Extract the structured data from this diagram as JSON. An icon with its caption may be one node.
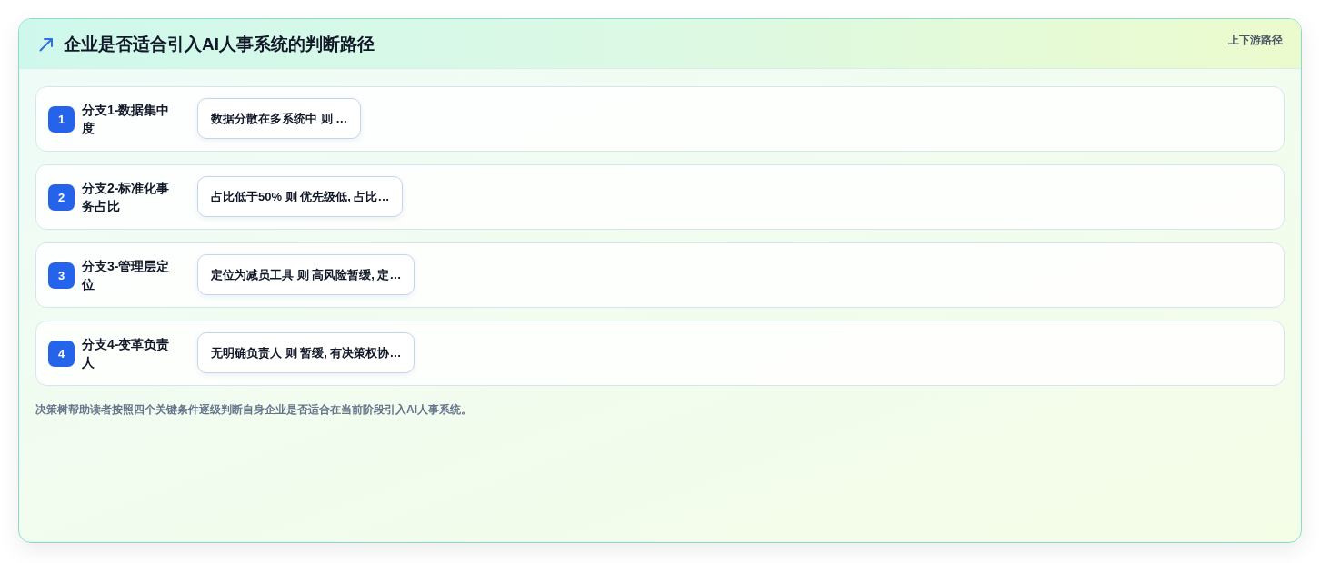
{
  "diagram": {
    "title": "企业是否适合引入AI人事系统的判断路径",
    "caption": "决策树帮助读者按照四个关键条件逐级判断自身企业是否适合在当前阶段引入AI人事系统。",
    "nodes": [
      {
        "text": [
          "分支1-数据集中度"
        ]
      },
      {
        "text": [
          "1"
        ],
        "in": 0
      },
      {
        "text": [
          "数据分散在多系统中 则 …"
        ],
        "in": 0
      },
      {
        "text": [
          "分支2-标准化事务占比"
        ]
      },
      {
        "text": [
          "2"
        ],
        "in": 3
      },
      {
        "text": [
          "占比低于50% 则 优先级低, 占比…"
        ],
        "in": 3
      },
      {
        "text": [
          "分支3-管理层定位"
        ]
      },
      {
        "text": [
          "3"
        ],
        "in": 6
      },
      {
        "text": [
          "定位为减员工具 则 高风险暂缓, 定…"
        ],
        "in": 6
      },
      {
        "text": [
          "分支4-变革负责人"
        ]
      },
      {
        "text": [
          "4"
        ],
        "in": 9
      },
      {
        "text": [
          "无明确负责人 则 暂缓, 有决策权协…"
        ],
        "in": 9
      }
    ],
    "labels": [
      "上下游路径"
    ]
  }
}
